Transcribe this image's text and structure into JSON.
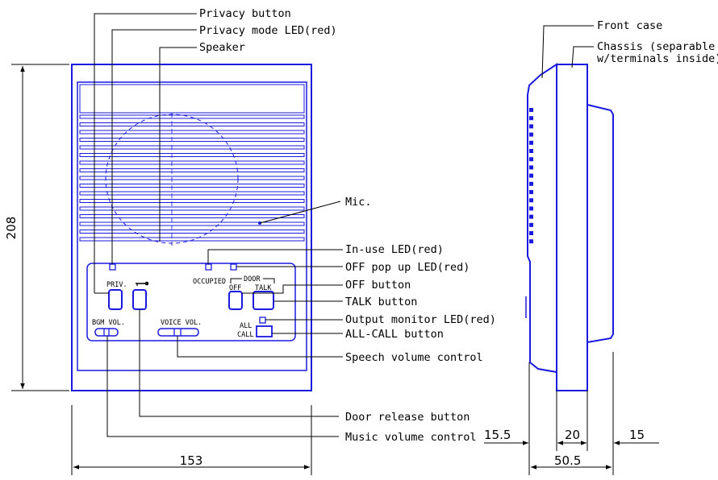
{
  "callouts": {
    "privacy_button": "Privacy button",
    "privacy_led": "Privacy mode LED(red)",
    "speaker": "Speaker",
    "mic": "Mic.",
    "in_use_led": "In-use LED(red)",
    "off_popup_led": "OFF pop up LED(red)",
    "off_button": "OFF button",
    "talk_button": "TALK button",
    "output_monitor_led": "Output monitor LED(red)",
    "all_call_button": "ALL-CALL button",
    "speech_volume": "Speech volume control",
    "door_release": "Door release button",
    "music_volume": "Music volume control",
    "front_case": "Front case",
    "chassis_line1": "Chassis (separable",
    "chassis_line2": "w/terminals inside)"
  },
  "panel_labels": {
    "priv": "PRIV.",
    "occupied": "OCCUPIED",
    "door": "DOOR",
    "off": "OFF",
    "talk": "TALK",
    "all": "ALL",
    "call": "CALL",
    "bgm_vol": "BGM VOL.",
    "voice_vol": "VOICE VOL."
  },
  "dimensions": {
    "height": "208",
    "width": "153",
    "front_depth": "15.5",
    "chassis_depth": "20",
    "box_depth": "15",
    "total_depth": "50.5"
  },
  "colors": {
    "outline": "#1a1adf",
    "leader": "#000000"
  }
}
